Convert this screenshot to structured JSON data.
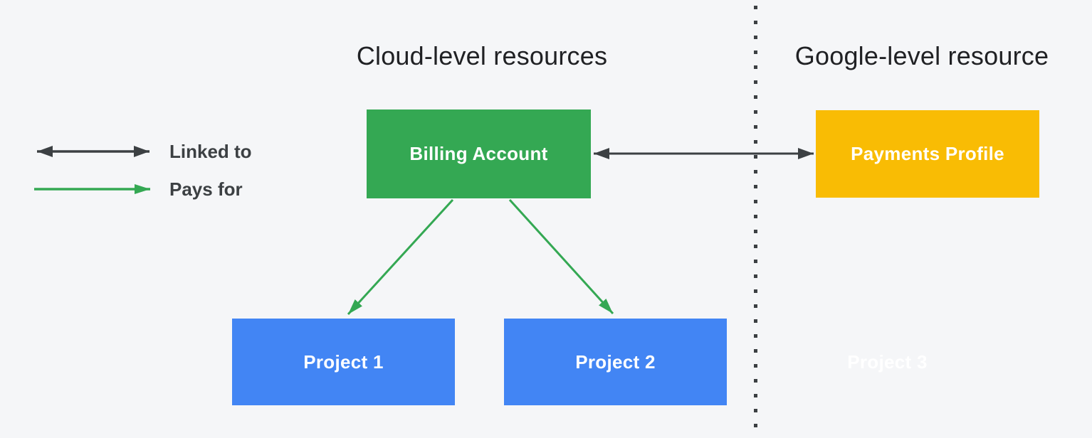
{
  "diagram": {
    "background_color": "#f5f6f8",
    "sections": {
      "cloud": {
        "title": "Cloud-level resources"
      },
      "google": {
        "title": "Google-level resource"
      }
    },
    "legend": {
      "items": [
        {
          "label": "Linked to",
          "arrow_style": "double-headed",
          "arrow_color": "#3c4043"
        },
        {
          "label": "Pays for",
          "arrow_style": "single-headed",
          "arrow_color": "#34a853"
        }
      ]
    },
    "nodes": [
      {
        "id": "billing-account",
        "label": "Billing Account",
        "fill": "#34a853",
        "text_color": "#ffffff",
        "section": "cloud"
      },
      {
        "id": "payments-profile",
        "label": "Payments Profile",
        "fill": "#f9bc04",
        "text_color": "#ffffff",
        "section": "google"
      },
      {
        "id": "project-1",
        "label": "Project 1",
        "fill": "#4285f4",
        "text_color": "#ffffff",
        "section": "cloud"
      },
      {
        "id": "project-2",
        "label": "Project 2",
        "fill": "#4285f4",
        "text_color": "#ffffff",
        "section": "cloud"
      },
      {
        "id": "project-3",
        "label": "Project 3",
        "fill": "transparent",
        "text_color": "#ffffff",
        "section": "google"
      }
    ],
    "edges": [
      {
        "from": "billing-account",
        "to": "payments-profile",
        "type": "linked-to",
        "color": "#3c4043"
      },
      {
        "from": "billing-account",
        "to": "project-1",
        "type": "pays-for",
        "color": "#34a853"
      },
      {
        "from": "billing-account",
        "to": "project-2",
        "type": "pays-for",
        "color": "#34a853"
      }
    ]
  }
}
